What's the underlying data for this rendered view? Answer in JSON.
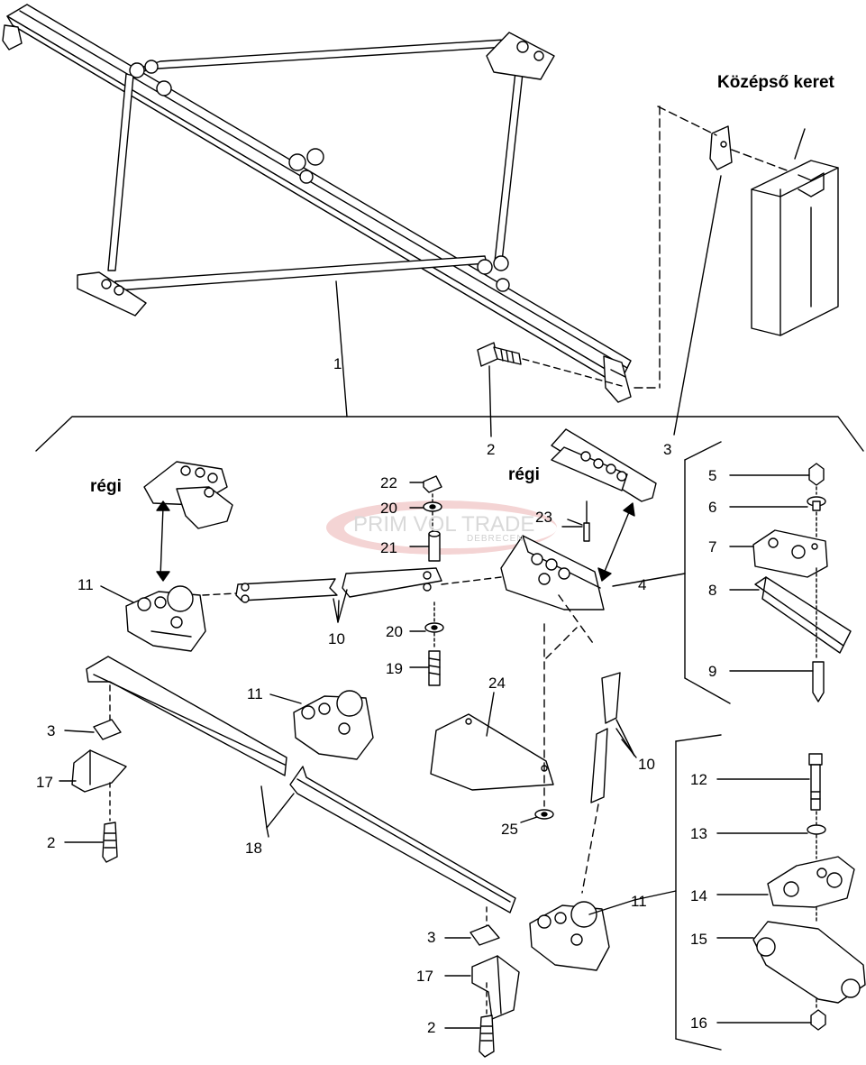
{
  "header_label": "Középső keret",
  "regi_label": "régi",
  "watermark": {
    "main": "PRIM VOL TRADE",
    "sub": "DEBRECEN"
  },
  "part_numbers": {
    "p1": "1",
    "p2": "2",
    "p3": "3",
    "p4": "4",
    "p5": "5",
    "p6": "6",
    "p7": "7",
    "p8": "8",
    "p9": "9",
    "p10": "10",
    "p11": "11",
    "p12": "12",
    "p13": "13",
    "p14": "14",
    "p15": "15",
    "p16": "16",
    "p17": "17",
    "p18": "18",
    "p19": "19",
    "p20": "20",
    "p21": "21",
    "p22": "22",
    "p23": "23",
    "p24": "24",
    "p25": "25"
  }
}
